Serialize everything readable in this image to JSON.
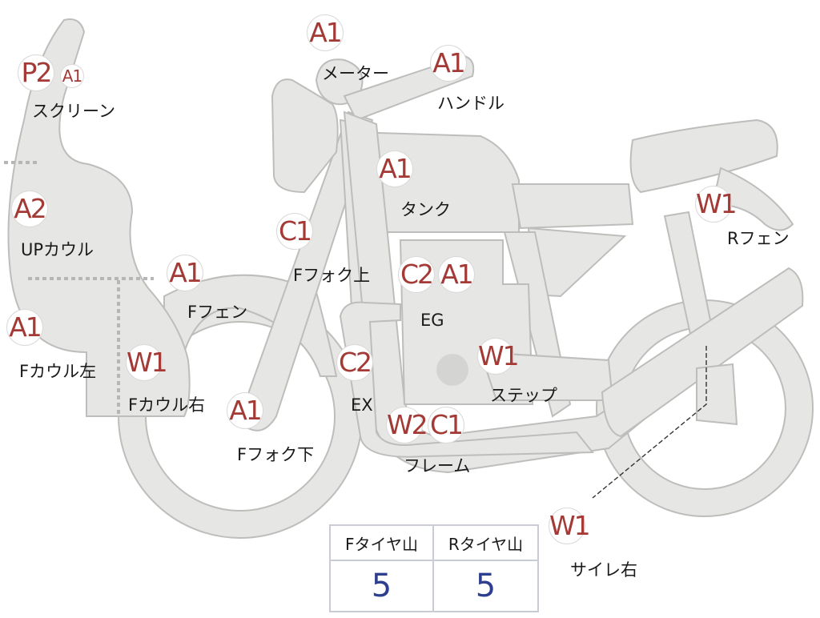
{
  "badges": [
    {
      "id": "screen-p2",
      "code": "P2"
    },
    {
      "id": "screen-a1",
      "code": "A1"
    },
    {
      "id": "meter",
      "code": "A1"
    },
    {
      "id": "handle",
      "code": "A1"
    },
    {
      "id": "upcowl",
      "code": "A2"
    },
    {
      "id": "tank",
      "code": "A1"
    },
    {
      "id": "rfender",
      "code": "W1"
    },
    {
      "id": "ffork-upper",
      "code": "C1"
    },
    {
      "id": "ffender",
      "code": "A1"
    },
    {
      "id": "eg-c2",
      "code": "C2"
    },
    {
      "id": "eg-a1",
      "code": "A1"
    },
    {
      "id": "fcowl-left",
      "code": "A1"
    },
    {
      "id": "fcowl-right",
      "code": "W1"
    },
    {
      "id": "step",
      "code": "W1"
    },
    {
      "id": "ex",
      "code": "C2"
    },
    {
      "id": "ffork-lower",
      "code": "A1"
    },
    {
      "id": "frame-w2",
      "code": "W2"
    },
    {
      "id": "frame-c1",
      "code": "C1"
    },
    {
      "id": "silencer-right",
      "code": "W1"
    }
  ],
  "labels": {
    "screen": "スクリーン",
    "meter": "メーター",
    "handle": "ハンドル",
    "upcowl": "UPカウル",
    "tank": "タンク",
    "rfender": "Rフェン",
    "ffork_upper": "Fフォク上",
    "ffender": "Fフェン",
    "eg": "EG",
    "fcowl_left": "Fカウル左",
    "fcowl_right": "Fカウル右",
    "step": "ステップ",
    "ex": "EX",
    "ffork_lower": "Fフォク下",
    "frame": "フレーム",
    "silencer_right": "サイレ右"
  },
  "tire_table": {
    "front_header": "Fタイヤ山",
    "rear_header": "Rタイヤ山",
    "front_value": "5",
    "rear_value": "5"
  }
}
